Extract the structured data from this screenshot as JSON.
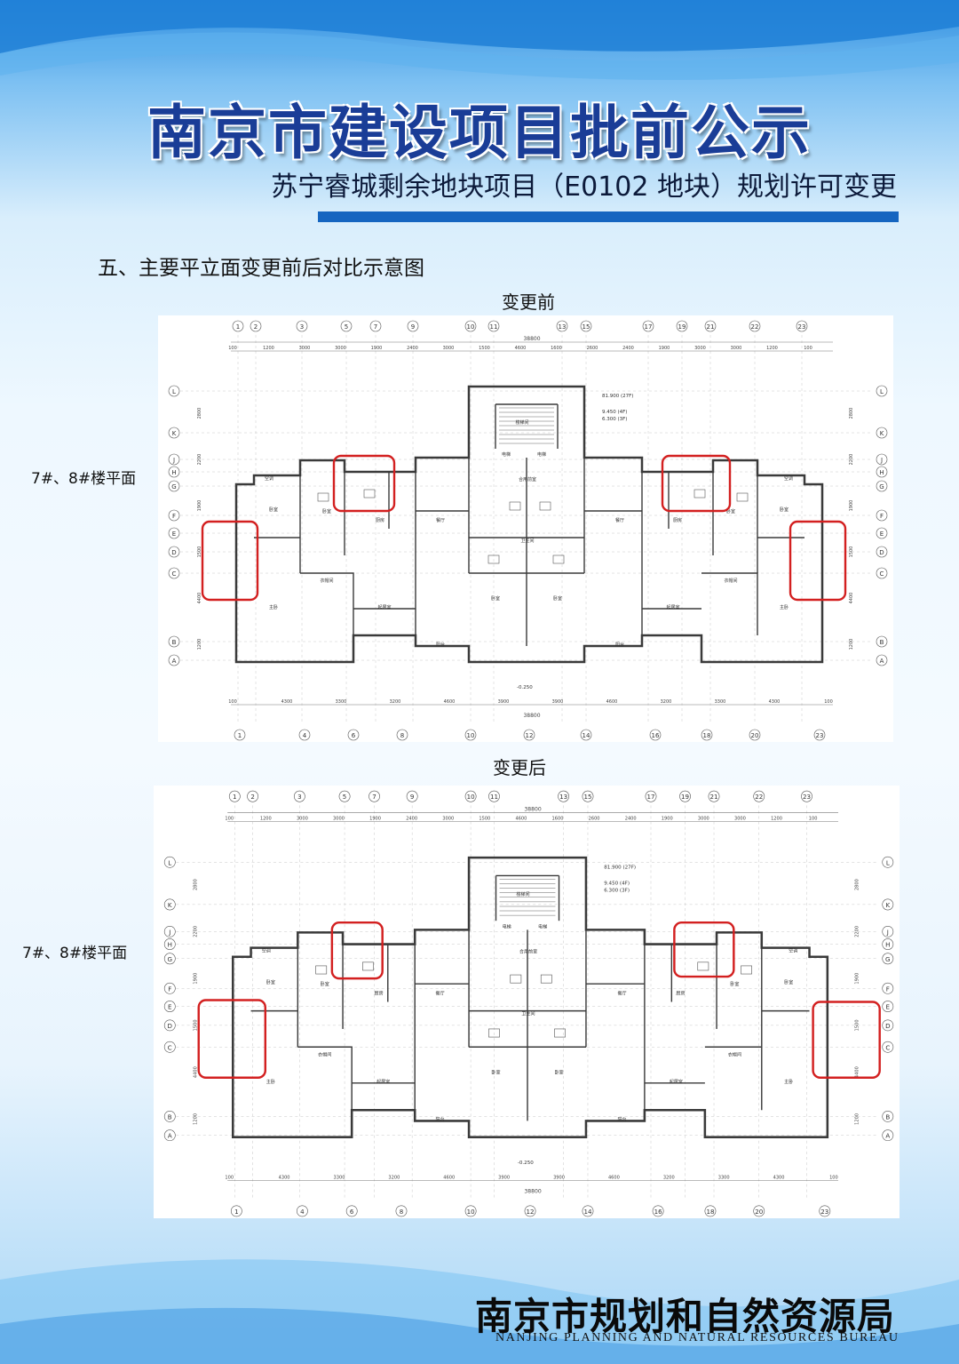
{
  "header": {
    "main_title": "南京市建设项目批前公示",
    "subtitle": "苏宁睿城剩余地块项目（E0102 地块）规划许可变更"
  },
  "section": {
    "heading": "五、主要平立面变更前后对比示意图"
  },
  "before": {
    "caption": "变更前",
    "floor_label": "7#、8#楼平面"
  },
  "after": {
    "caption": "变更后",
    "floor_label": "7#、8#楼平面"
  },
  "footer": {
    "bureau_cn": "南京市规划和自然资源局",
    "bureau_en": "NANJING PLANNING AND NATURAL RESOURCES BUREAU"
  },
  "colors": {
    "title_blue": "#1a3d97",
    "rule_blue": "#1565c0",
    "highlight_red": "#d32020",
    "plan_wall": "#3a3a3a"
  },
  "plan_marks": {
    "top_axes": [
      "1",
      "2",
      "3",
      "5",
      "7",
      "9",
      "10",
      "11",
      "13",
      "15",
      "17",
      "19",
      "21",
      "22",
      "23"
    ],
    "bottom_axes": [
      "1",
      "4",
      "6",
      "8",
      "10",
      "12",
      "14",
      "16",
      "18",
      "20",
      "23"
    ],
    "side_axes": [
      "L",
      "K",
      "J",
      "H",
      "G",
      "F",
      "E",
      "D",
      "C",
      "B",
      "A"
    ],
    "total_width": "38800",
    "top_dims": [
      "100",
      "1200",
      "3000",
      "3000",
      "1900",
      "2400",
      "3000",
      "1500",
      "4600",
      "1600",
      "2600",
      "2400",
      "1900",
      "3000",
      "3000",
      "1200",
      "100"
    ],
    "bottom_dims": [
      "100",
      "4300",
      "3300",
      "3200",
      "4600",
      "3900",
      "3900",
      "4600",
      "3200",
      "3300",
      "4300",
      "100"
    ],
    "side_dims": [
      "2800",
      "2200",
      "1900",
      "1500",
      "4400",
      "1200"
    ],
    "elevation_top": "81.900 (27F)",
    "elevation_mid": "9.450 (4F)",
    "elevation_low": "6.300 (3F)",
    "elevation_base": "-0.250",
    "rooms": {
      "stair": "楼梯间",
      "elevator": "电梯",
      "lobby": "合用前室",
      "bedroom": "卧室",
      "master": "主卧",
      "living": "起居室",
      "balcony": "阳台",
      "kitchen": "厨房",
      "bath": "卫生间",
      "dining": "餐厅",
      "wardrobe": "衣帽间",
      "ac": "空调"
    }
  }
}
